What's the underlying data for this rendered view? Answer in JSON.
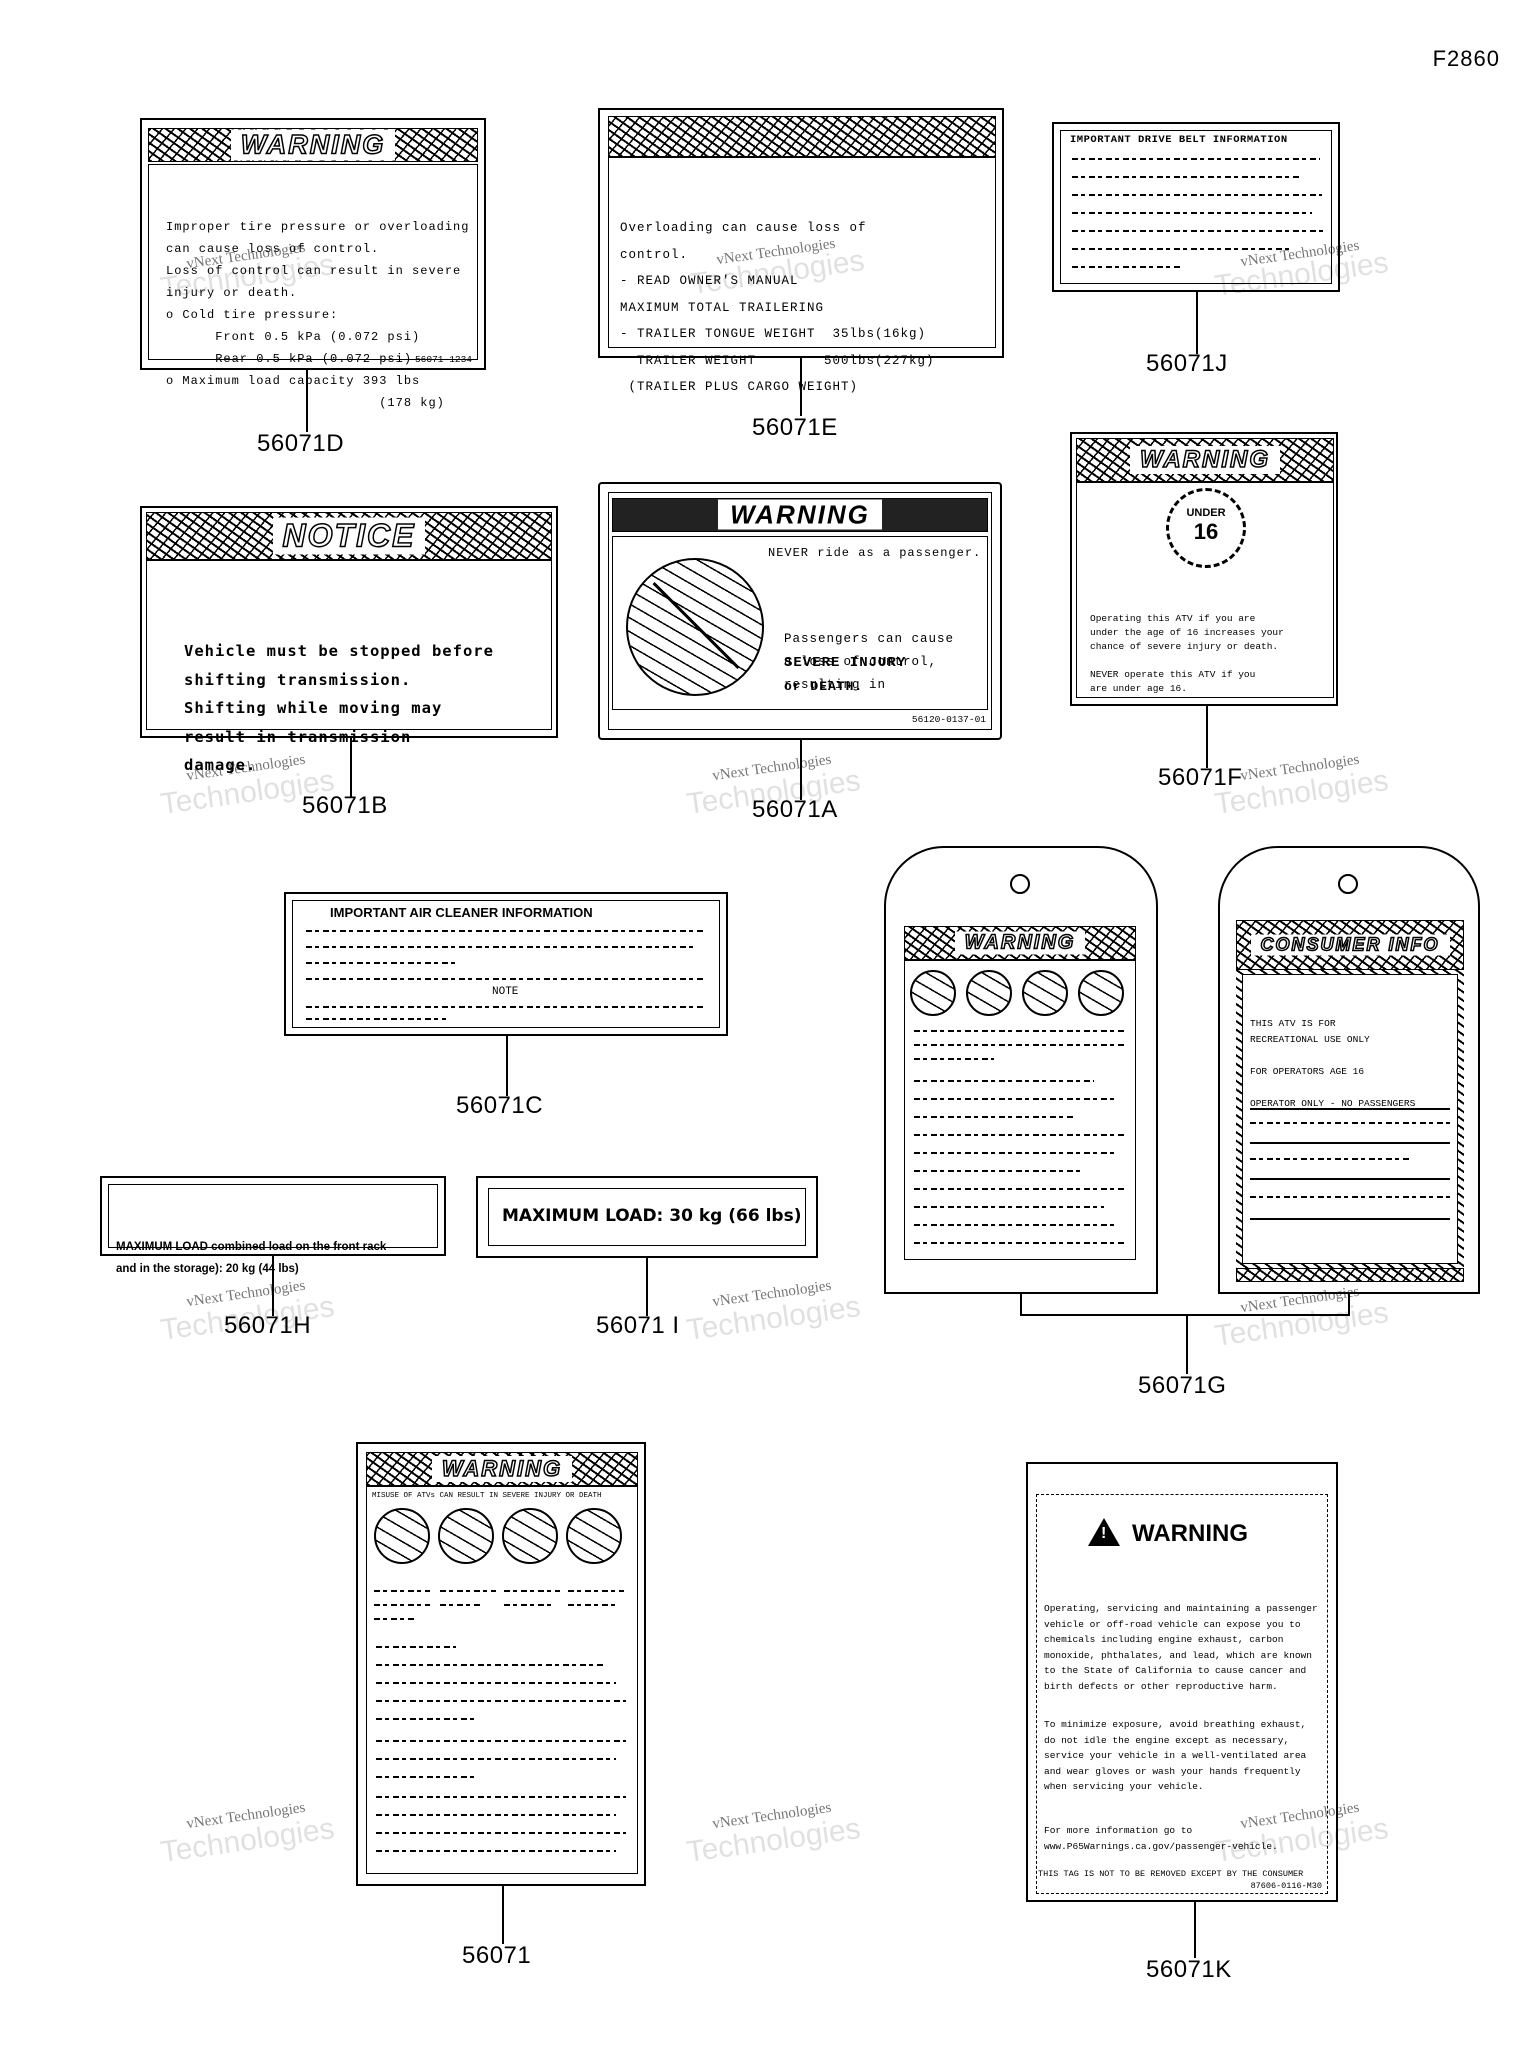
{
  "figure_code": "F2860",
  "watermark": {
    "line1": "vNext Technologies",
    "line2": "Technologies"
  },
  "labels": {
    "d": {
      "part": "56071D",
      "banner": "WARNING",
      "lines": [
        "Improper tire pressure or overloading",
        "can cause loss of control.",
        "Loss of control can result in severe",
        "injury or death.",
        "o Cold tire pressure:",
        "      Front 0.5 kPa (0.072 psi)",
        "      Rear 0.5 kPa (0.072 psi)",
        "o Maximum load capacity 393 lbs",
        "                          (178 kg)"
      ],
      "code": "56071-1234"
    },
    "e": {
      "part": "56071E",
      "lines": [
        "Overloading can cause loss of",
        "control.",
        "- READ OWNER'S MANUAL",
        "MAXIMUM TOTAL TRAILERING",
        "- TRAILER TONGUE WEIGHT  35lbs(16kg)",
        "  TRAILER WEIGHT        500lbs(227kg)",
        " (TRAILER PLUS CARGO WEIGHT)"
      ]
    },
    "j": {
      "part": "56071J",
      "heading": "IMPORTANT DRIVE BELT INFORMATION"
    },
    "b": {
      "part": "56071B",
      "banner": "NOTICE",
      "lines": [
        "Vehicle must be stopped before",
        "shifting transmission.",
        "Shifting while moving may",
        "result in transmission",
        "damage."
      ]
    },
    "a": {
      "part": "56071A",
      "banner": "WARNING",
      "never_line": "NEVER ride as a passenger.",
      "lines": [
        "Passengers can cause",
        "a loss of control,",
        "resulting in"
      ],
      "emph1": "SEVERE INJURY",
      "emph2": "or DEATH.",
      "code": "56120-0137-01"
    },
    "f": {
      "part": "56071F",
      "banner": "WARNING",
      "badge_top": "UNDER",
      "badge_num": "16",
      "lines": [
        "Operating this ATV if you are",
        "under the age of 16 increases your",
        "chance of severe injury or death.",
        "",
        "NEVER operate this ATV if you",
        "are under age 16."
      ]
    },
    "c": {
      "part": "56071C",
      "heading": "IMPORTANT AIR CLEANER INFORMATION",
      "note": "NOTE"
    },
    "h": {
      "part": "56071H",
      "line1": "MAXIMUM LOAD combined load on the front rack",
      "line2": "and in the storage): 20 kg (44 lbs)"
    },
    "i": {
      "part": "56071 I",
      "text": "MAXIMUM LOAD: 30 kg (66 lbs)"
    },
    "g": {
      "part": "56071G",
      "tag1_banner": "WARNING",
      "tag2_banner": "CONSUMER INFO",
      "tag2_lines": [
        "THIS ATV IS FOR",
        "RECREATIONAL USE ONLY",
        "",
        "FOR OPERATORS AGE 16",
        "",
        "OPERATOR ONLY - NO PASSENGERS"
      ]
    },
    "base": {
      "part": "56071",
      "banner": "WARNING",
      "sub": "MISUSE OF ATVs CAN RESULT IN SEVERE INJURY OR DEATH"
    },
    "k": {
      "part": "56071K",
      "title": "WARNING",
      "para1": [
        "Operating, servicing and maintaining a passenger",
        "vehicle or off-road vehicle can expose you to",
        "chemicals including engine exhaust, carbon",
        "monoxide, phthalates, and lead, which are known",
        "to the State of California to cause cancer and",
        "birth defects or other reproductive harm."
      ],
      "para2": [
        "To minimize exposure, avoid breathing exhaust,",
        "do not idle the engine except as necessary,",
        "service your vehicle in a well-ventilated area",
        "and wear gloves or wash your hands frequently",
        "when servicing your vehicle."
      ],
      "para3": [
        "For more information go to",
        "www.P65Warnings.ca.gov/passenger-vehicle."
      ],
      "footer": "THIS TAG IS NOT TO BE REMOVED EXCEPT BY THE CONSUMER",
      "code": "87606-0116-M30"
    }
  }
}
